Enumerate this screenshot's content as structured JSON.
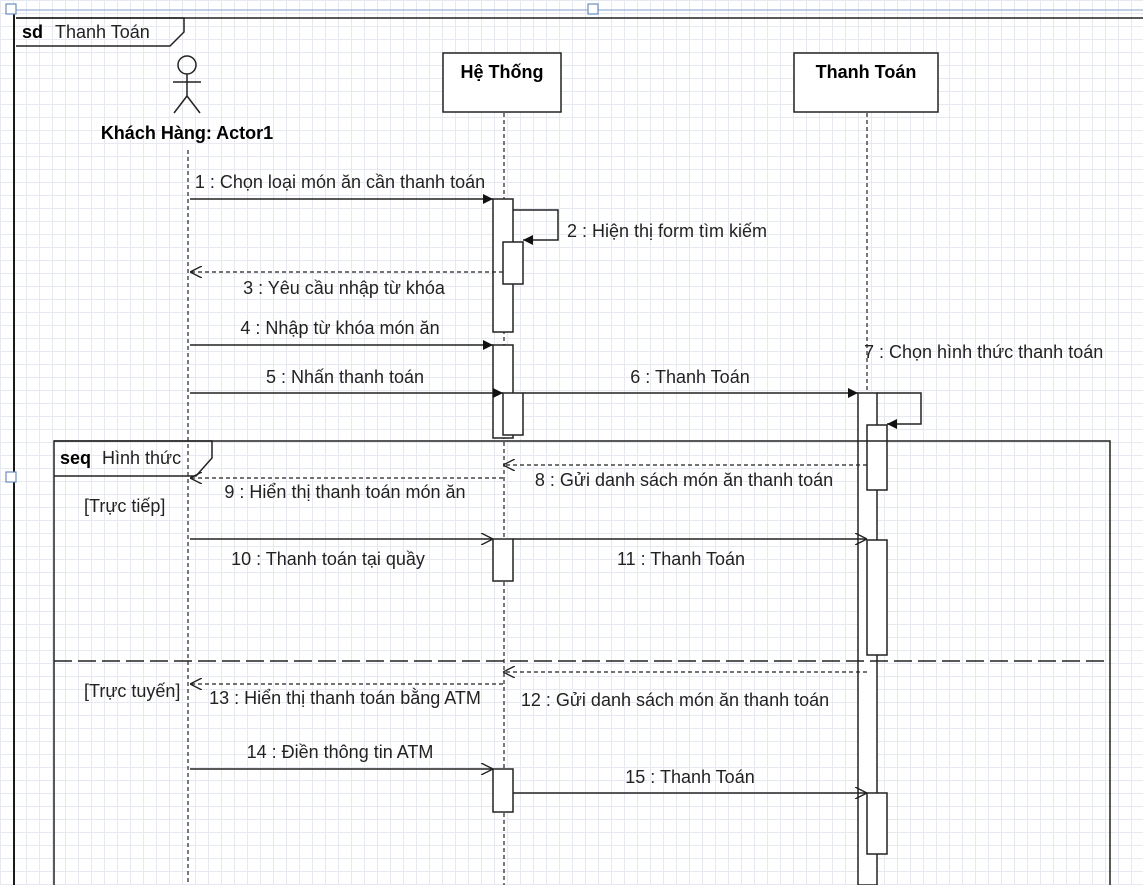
{
  "frame": {
    "keyword": "sd",
    "name": "Thanh Toán"
  },
  "actor": {
    "label": "Khách Hàng: Actor1"
  },
  "lifelines": [
    {
      "label": "Hệ Thống"
    },
    {
      "label": "Thanh Toán"
    }
  ],
  "messages": [
    {
      "label": "1 : Chọn loại món ăn cần thanh toán"
    },
    {
      "label": "2 : Hiện thị form tìm kiếm"
    },
    {
      "label": "3 : Yêu cầu nhập từ khóa"
    },
    {
      "label": "4 : Nhập từ khóa món ăn"
    },
    {
      "label": "5 : Nhấn thanh toán"
    },
    {
      "label": "6 : Thanh Toán"
    },
    {
      "label": "7 : Chọn hình thức thanh toán"
    },
    {
      "label": "8 : Gửi danh sách món ăn thanh toán"
    },
    {
      "label": "9 : Hiển thị thanh toán món ăn"
    },
    {
      "label": "10 : Thanh toán tại quầy"
    },
    {
      "label": "11 : Thanh Toán"
    },
    {
      "label": "12 : Gửi danh sách món ăn thanh toán"
    },
    {
      "label": "13 : Hiển thị thanh toán bằng ATM"
    },
    {
      "label": "14 : Điền thông tin ATM"
    },
    {
      "label": "15 : Thanh Toán"
    }
  ],
  "fragment": {
    "keyword": "seq",
    "name": "Hình thức",
    "guards": [
      "[Trực tiếp]",
      "[Trực tuyến]"
    ]
  },
  "colors": {
    "grid": "#e6e9ef",
    "selection": "#6c8ebf",
    "line": "#222222"
  }
}
